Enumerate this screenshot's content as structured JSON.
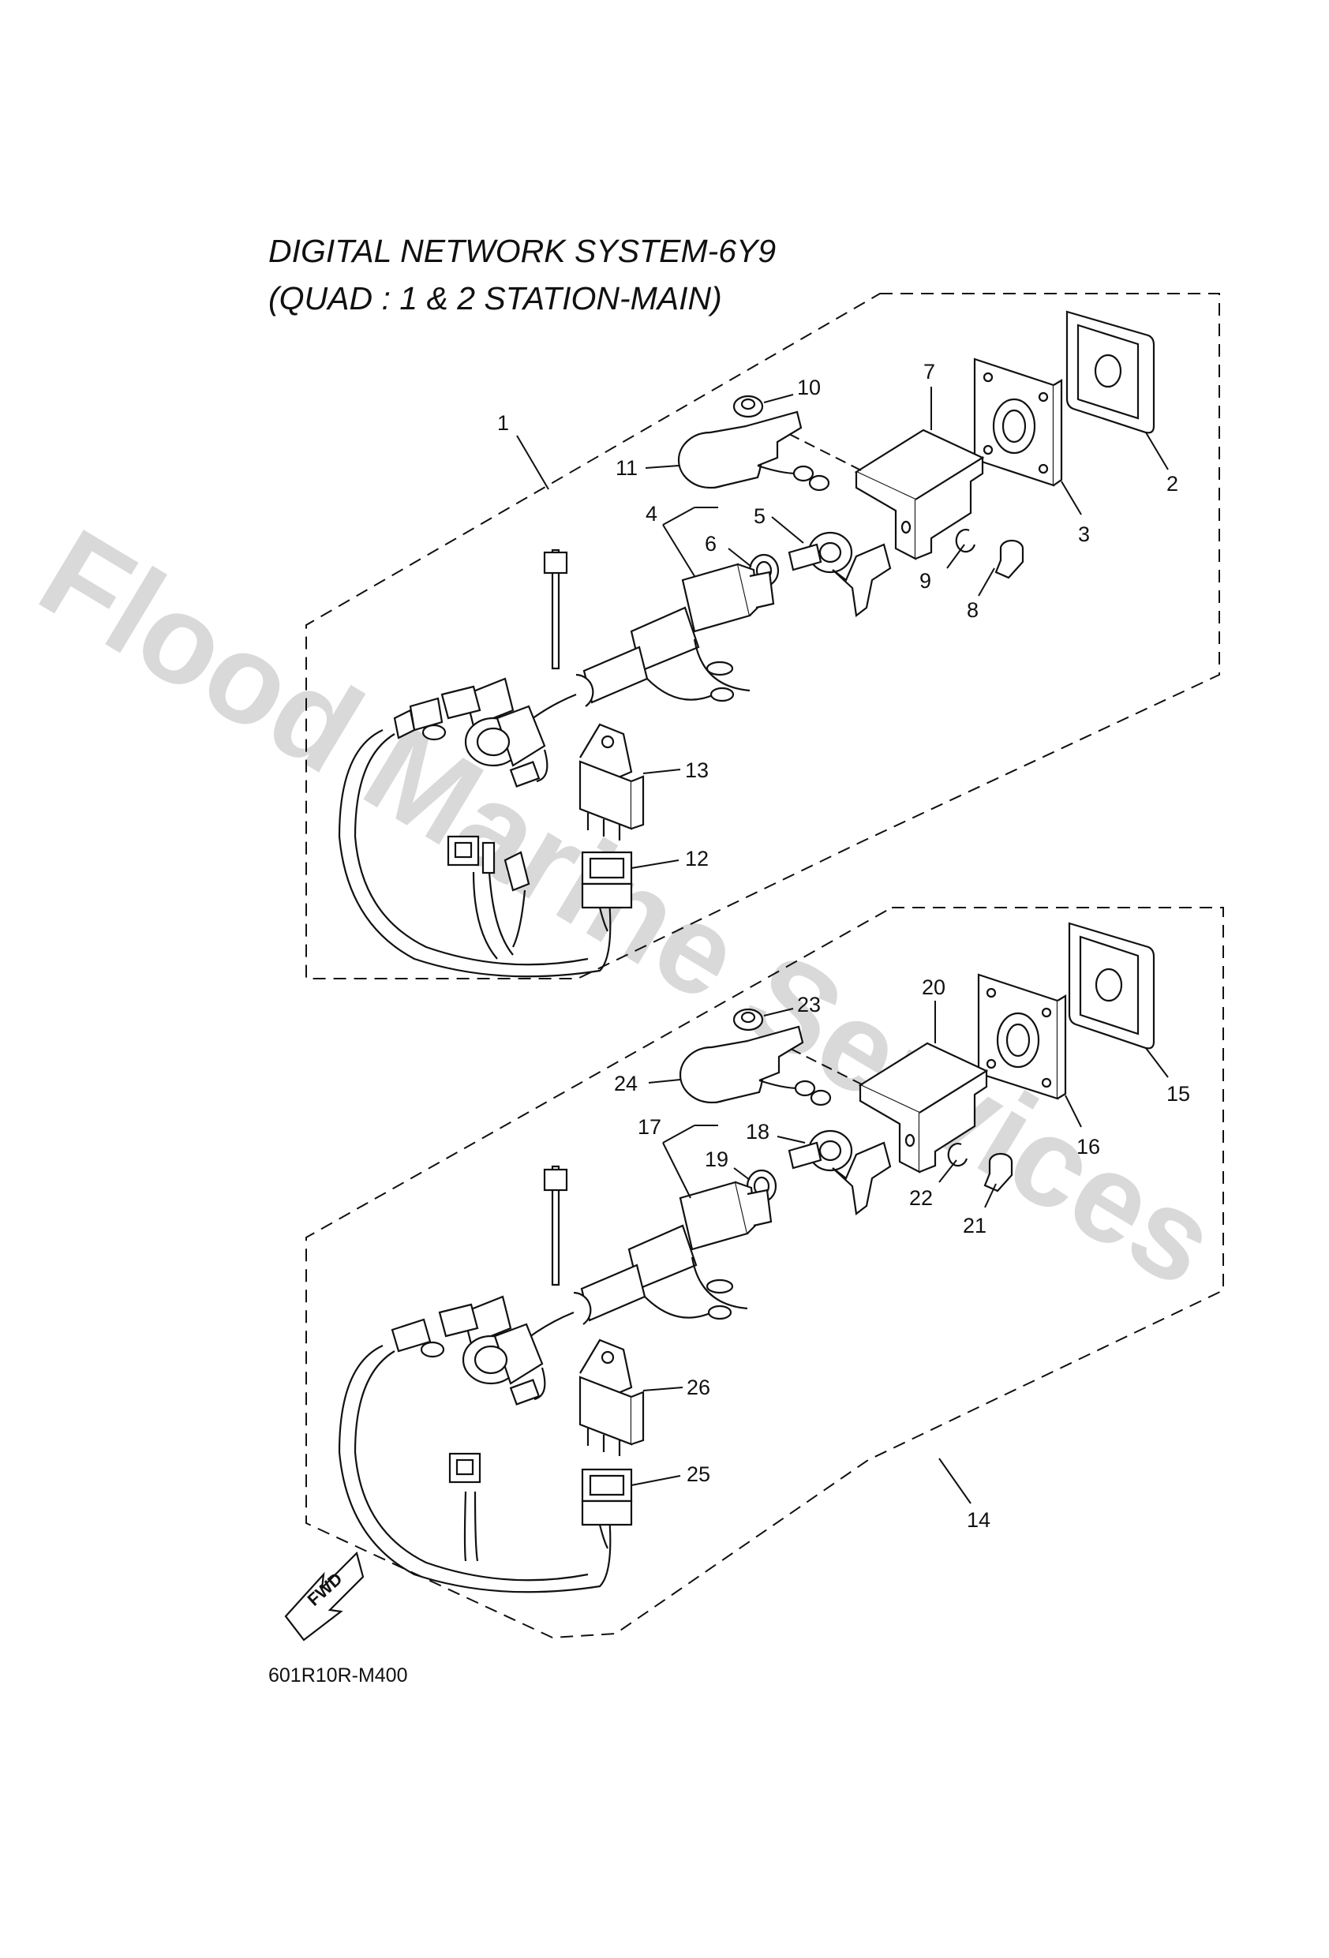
{
  "title": {
    "line1": "DIGITAL NETWORK SYSTEM-6Y9",
    "line2": "(QUAD : 1 & 2 STATION-MAIN)"
  },
  "watermark": "Flood Marine Services",
  "diagram_code": "601R10R-M400",
  "fwd_label": "FWD",
  "callouts": {
    "c1": "1",
    "c2": "2",
    "c3": "3",
    "c4": "4",
    "c5": "5",
    "c6": "6",
    "c7": "7",
    "c8": "8",
    "c9": "9",
    "c10": "10",
    "c11": "11",
    "c12": "12",
    "c13": "13",
    "c14": "14",
    "c15": "15",
    "c16": "16",
    "c17": "17",
    "c18": "18",
    "c19": "19",
    "c20": "20",
    "c21": "21",
    "c22": "22",
    "c23": "23",
    "c24": "24",
    "c25": "25",
    "c26": "26"
  }
}
